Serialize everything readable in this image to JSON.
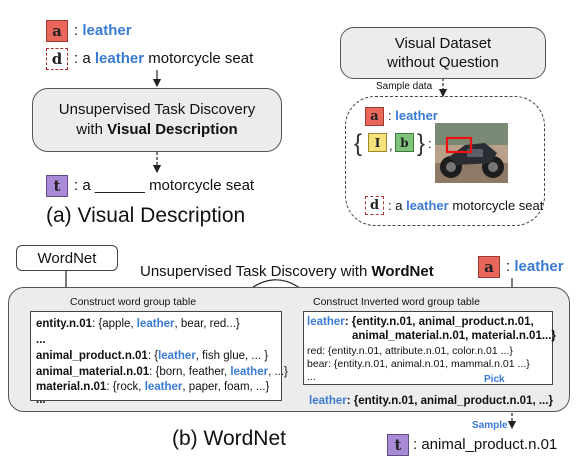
{
  "visual_description": {
    "tag_a": "a",
    "tag_a_word": "leather",
    "tag_d": "d",
    "tag_d_prefix": ": a ",
    "tag_d_word": "leather",
    "tag_d_suffix": " motorcycle seat",
    "box_line1": "Unsupervised Task Discovery",
    "box_line2_prefix": "with ",
    "box_line2_bold": "Visual Description",
    "tag_t": "t",
    "tag_t_text": ": a ______ motorcycle seat",
    "caption": "(a) Visual Description"
  },
  "dataset": {
    "box_line1": "Visual Dataset",
    "box_line2": "without Question",
    "sample_label": "Sample data",
    "tag_a": "a",
    "tag_a_word": "leather",
    "tag_I": "I",
    "tag_b": "b",
    "tag_d": "d",
    "tag_d_prefix": ": a ",
    "tag_d_word": "leather",
    "tag_d_suffix": " motorcycle seat"
  },
  "wordnet": {
    "node_label": "WordNet",
    "title_prefix": "Unsupervised Task Discovery with ",
    "title_bold": "WordNet",
    "tag_a": "a",
    "tag_a_word": "leather",
    "construct_label": "Construct word group table",
    "inverted_label": "Construct Inverted word group table",
    "group_table": [
      {
        "key": "entity.n.01",
        "pre": ": {apple, ",
        "hl": "leather",
        "post": ", bear, red...}"
      },
      {
        "key": "...",
        "pre": "",
        "hl": "",
        "post": ""
      },
      {
        "key": "animal_product.n.01",
        "pre": ": {",
        "hl": "leather",
        "post": ", fish glue, ... }"
      },
      {
        "key": "animal_material.n.01",
        "pre": ": {born, feather, ",
        "hl": "leather",
        "post": ", ...}"
      },
      {
        "key": "material.n.01",
        "pre": ": {rock, ",
        "hl": "leather",
        "post": ", paper, foam, ...}"
      },
      {
        "key": "...",
        "pre": "",
        "hl": "",
        "post": ""
      }
    ],
    "inverted_first_key": "leather",
    "inverted_first_val1": ": {entity.n.01, animal_product.n.01,",
    "inverted_first_val2": "animal_material.n.01, material.n.01...}",
    "inverted_rows": [
      "red: {entity.n.01, attribute.n.01, color.n.01 ...}",
      "bear: {entity.n.01,  animal.n.01, mammal.n.01 ...}",
      "..."
    ],
    "pick_label": "Pick",
    "picked_key": "leather",
    "picked_val": ": {entity.n.01, animal_product.n.01, ...}",
    "sample_label": "Sample",
    "tag_t": "t",
    "tag_t_text": ": animal_product.n.01",
    "caption": "(b) WordNet"
  }
}
